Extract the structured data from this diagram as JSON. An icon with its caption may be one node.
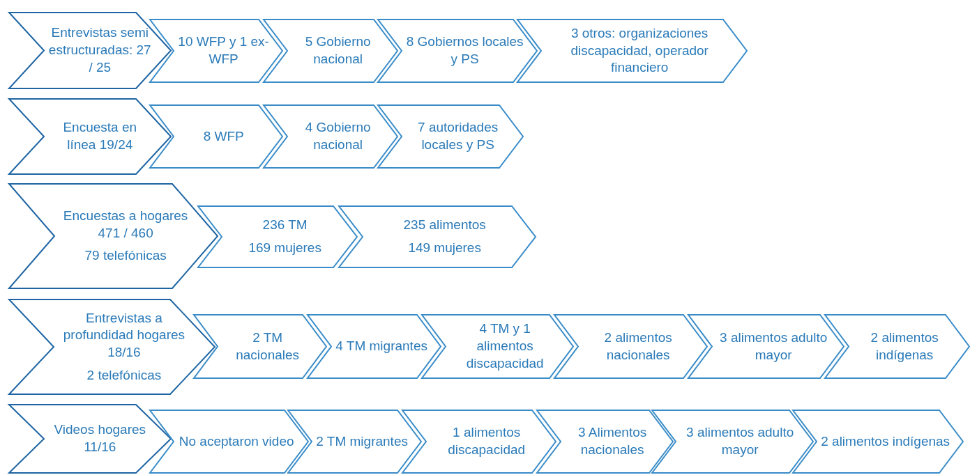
{
  "diagram": {
    "nodes": [
      {
        "text": [
          "Entrevistas semiestructuradas: 27 / 25"
        ]
      },
      {
        "text": [
          "10 WFP y 1 ex-WFP"
        ]
      },
      {
        "text": [
          "5 Gobierno nacional"
        ]
      },
      {
        "text": [
          "8 Gobiernos locales  y PS"
        ]
      },
      {
        "text": [
          "3 otros: organizaciones discapacidad, operador financiero"
        ]
      },
      {
        "text": [
          "Encuesta en línea 19/24"
        ]
      },
      {
        "text": [
          "8 WFP"
        ]
      },
      {
        "text": [
          "4 Gobierno nacional"
        ]
      },
      {
        "text": [
          "7 autoridades locales y PS"
        ]
      },
      {
        "text": [
          "Encuestas a hogares 471 / 460",
          "79 telefónicas"
        ]
      },
      {
        "text": [
          "236 TM",
          "169 mujeres"
        ]
      },
      {
        "text": [
          "235 alimentos",
          "149 mujeres"
        ]
      },
      {
        "text": [
          "Entrevistas a profundidad hogares 18/16",
          "2 telefónicas"
        ]
      },
      {
        "text": [
          "2 TM nacionales"
        ]
      },
      {
        "text": [
          "4 TM migrantes"
        ]
      },
      {
        "text": [
          "4 TM y 1 alimentos discapacidad"
        ]
      },
      {
        "text": [
          "2 alimentos nacionales"
        ]
      },
      {
        "text": [
          "3 alimentos adulto mayor"
        ]
      },
      {
        "text": [
          "2 alimentos indígenas"
        ]
      },
      {
        "text": [
          "Videos hogares 11/16"
        ]
      },
      {
        "text": [
          "No aceptaron video"
        ]
      },
      {
        "text": [
          "2 TM migrantes"
        ]
      },
      {
        "text": [
          "1 alimentos discapacidad"
        ]
      },
      {
        "text": [
          "3 Alimentos nacionales"
        ]
      },
      {
        "text": [
          "3 alimentos adulto mayor"
        ]
      },
      {
        "text": [
          "2 alimentos indígenas"
        ]
      }
    ]
  }
}
